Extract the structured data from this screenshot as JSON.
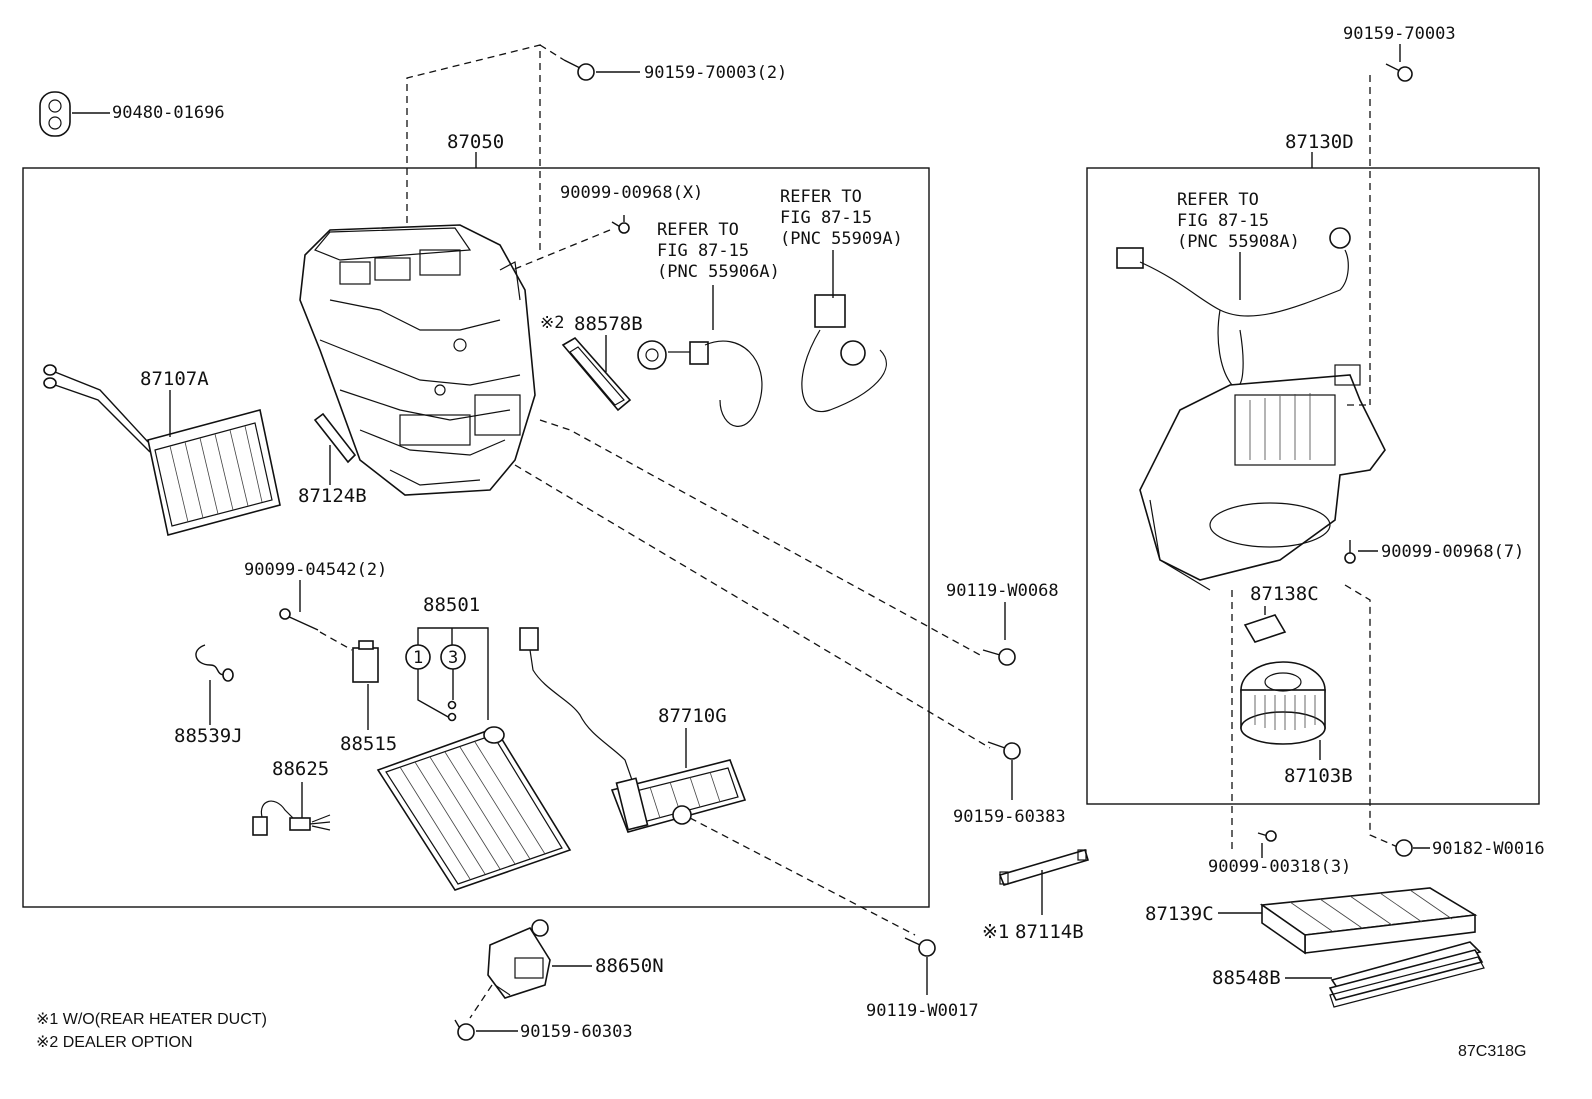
{
  "diagram_id": "87C318G",
  "notes": {
    "n1": "※1 W/O(REAR HEATER DUCT)",
    "n2": "※2 DEALER OPTION"
  },
  "callouts": {
    "p90480_01696": "90480-01696",
    "p90159_70003_2": "90159-70003(2)",
    "p87050": "87050",
    "p90099_00968_x": "90099-00968(X)",
    "refer_a_1": "REFER TO",
    "refer_a_2": "FIG 87-15",
    "refer_a_3": "(PNC 55906A)",
    "refer_b_1": "REFER TO",
    "refer_b_2": "FIG 87-15",
    "refer_b_3": "(PNC 55909A)",
    "note2_mark": "※2",
    "p88578B": "88578B",
    "p87107A": "87107A",
    "p87124B": "87124B",
    "p90099_04542_2": "90099-04542(2)",
    "p88501": "88501",
    "circle1": "1",
    "circle3": "3",
    "p88539J": "88539J",
    "p88515": "88515",
    "p88625": "88625",
    "p87710G": "87710G",
    "p90119_W0068": "90119-W0068",
    "p90159_60383": "90159-60383",
    "note1_mark": "※1",
    "p87114B": "87114B",
    "p90119_W0017": "90119-W0017",
    "p88650N": "88650N",
    "p90159_60303": "90159-60303",
    "p90159_70003": "90159-70003",
    "p87130D": "87130D",
    "refer_c_1": "REFER TO",
    "refer_c_2": "FIG 87-15",
    "refer_c_3": "(PNC 55908A)",
    "p90099_00968_7": "90099-00968(7)",
    "p87138C": "87138C",
    "p87103B": "87103B",
    "p90099_00318_3": "90099-00318(3)",
    "p90182_W0016": "90182-W0016",
    "p87139C": "87139C",
    "p88548B": "88548B"
  }
}
